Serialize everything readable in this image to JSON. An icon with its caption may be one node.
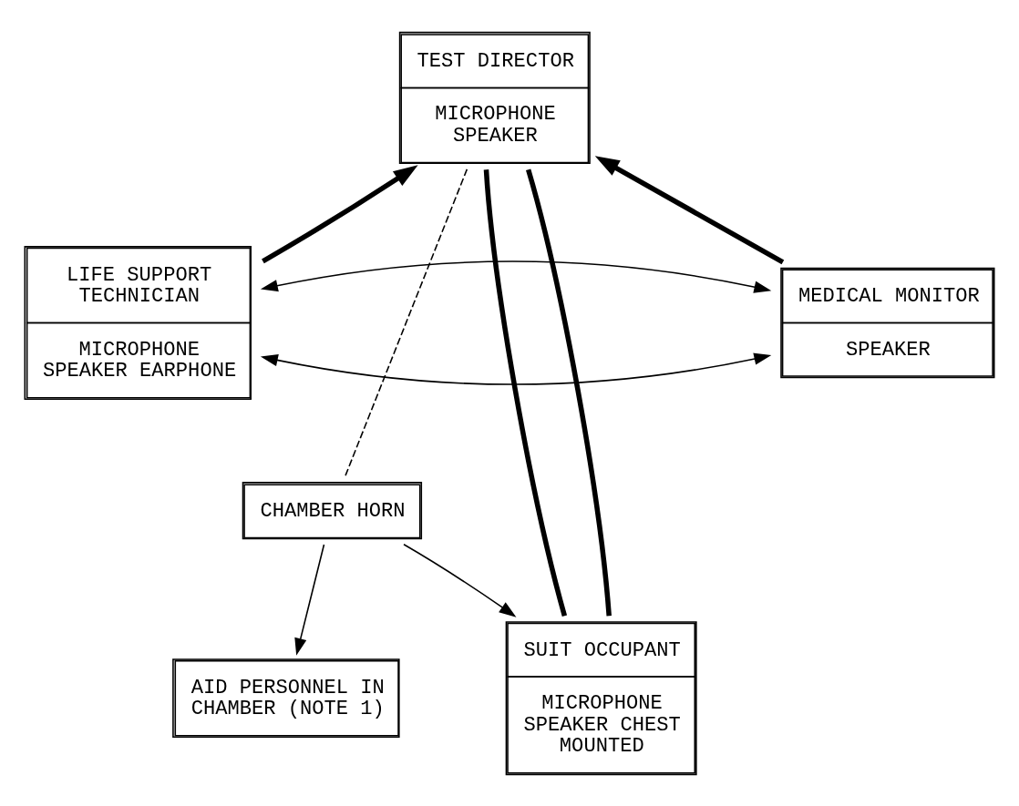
{
  "diagram": {
    "nodes": [
      {
        "text": [
          "TEST DIRECTOR",
          "MICROPHONE SPEAKER"
        ]
      },
      {
        "text": [
          "LIFE SUPPORT TECHNICIAN",
          "MICROPHONE SPEAKER EARPHONE"
        ]
      },
      {
        "text": [
          "MEDICAL MONITOR",
          "SPEAKER"
        ]
      },
      {
        "text": [
          "CHAMBER HORN"
        ]
      },
      {
        "text": [
          "SUIT OCCUPANT",
          "MICROPHONE SPEAKER CHEST MOUNTED"
        ]
      },
      {
        "text": [
          "AID PERSONNEL IN CHAMBER (NOTE 1)"
        ]
      }
    ],
    "edges": [
      {
        "from": 1,
        "to": 0,
        "arrow": "to",
        "style": "thick"
      },
      {
        "from": 2,
        "to": 0,
        "arrow": "to",
        "style": "thick"
      },
      {
        "from": 0,
        "to": 4,
        "arrow": "none",
        "style": "thick"
      },
      {
        "from": 0,
        "to": 4,
        "arrow": "none",
        "style": "thick"
      },
      {
        "from": 1,
        "to": 2,
        "arrow": "both"
      },
      {
        "from": 1,
        "to": 2,
        "arrow": "both"
      },
      {
        "from": 0,
        "to": 3,
        "arrow": "none",
        "style": "dashed"
      },
      {
        "from": 3,
        "to": 4,
        "arrow": "to"
      },
      {
        "from": 3,
        "to": 5,
        "arrow": "to"
      }
    ]
  }
}
